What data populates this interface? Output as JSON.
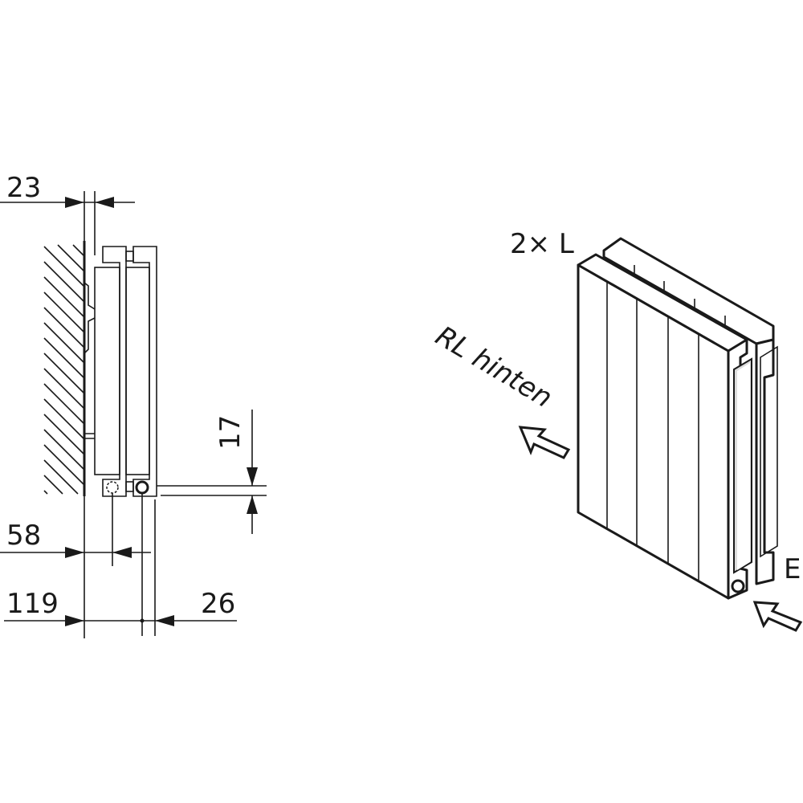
{
  "side_view": {
    "dimensions": {
      "wall_gap": "23",
      "connection_height": "17",
      "rear_connection_depth": "58",
      "overall_depth": "119",
      "front_connection_offset": "26"
    }
  },
  "iso_view": {
    "mounting_label": "2× L",
    "return_label": "RL hinten",
    "inlet_label": "E"
  }
}
